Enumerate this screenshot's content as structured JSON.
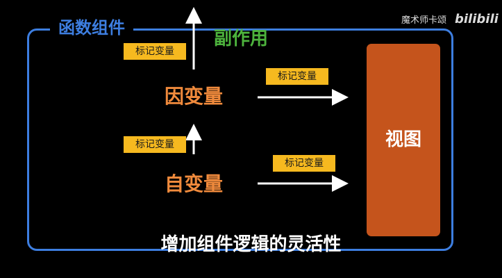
{
  "container": {
    "title": "函数组件"
  },
  "watermark": {
    "channel": "魔术师卡颂",
    "logo": "bilibili"
  },
  "side_effect": {
    "label": "副作用"
  },
  "nodes": {
    "dependent": "因变量",
    "independent": "自变量"
  },
  "tags": [
    "标记变量",
    "标记变量",
    "标记变量",
    "标记变量"
  ],
  "view": {
    "label": "视图"
  },
  "caption": "增加组件逻辑的灵活性",
  "colors": {
    "container_border": "#3d7ee0",
    "tag_bg": "#f6b91f",
    "node_text": "#f08a3c",
    "side_effect_text": "#4db33d",
    "view_bg": "#c5541c"
  }
}
